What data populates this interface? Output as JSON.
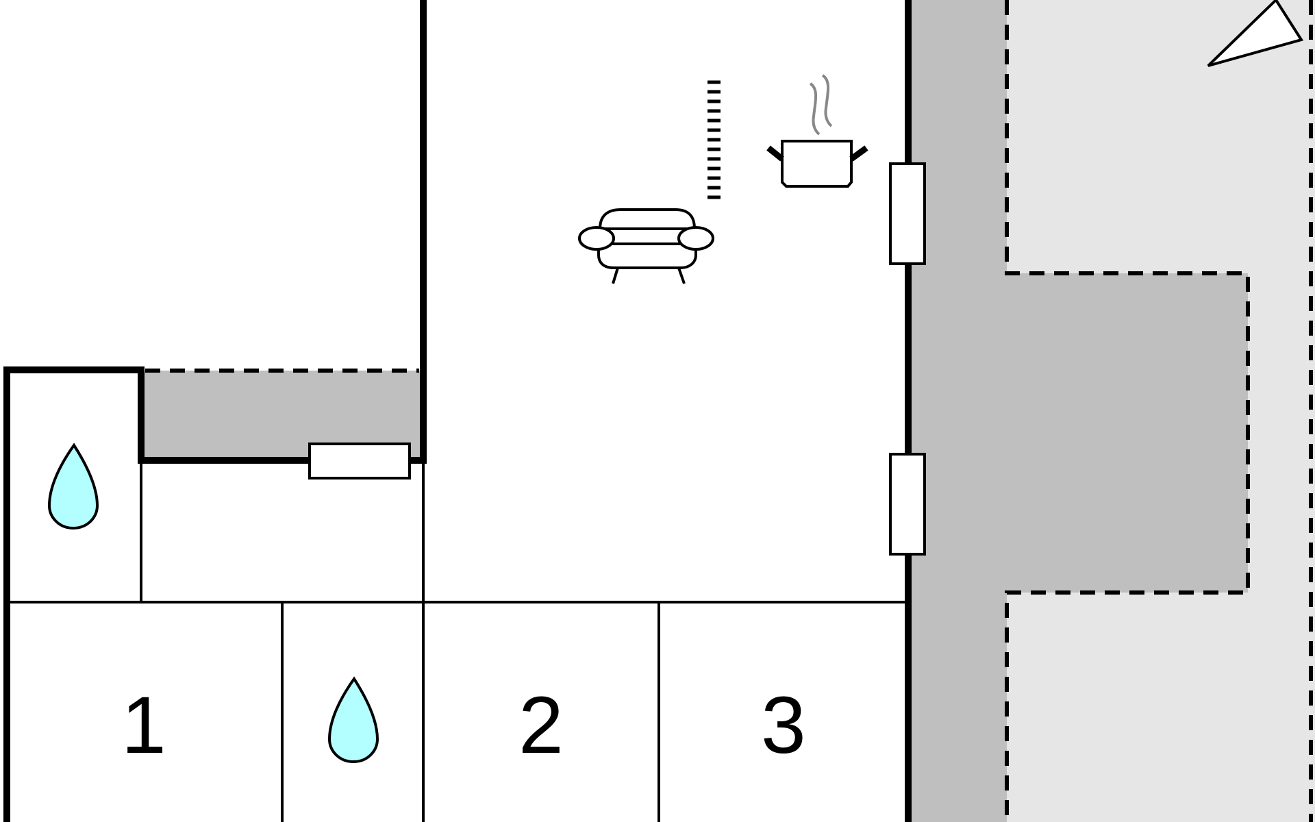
{
  "rooms": {
    "bedroom_1": {
      "number": "1"
    },
    "bedroom_2": {
      "number": "2"
    },
    "bedroom_3": {
      "number": "3"
    }
  },
  "icons": {
    "bathroom_top": "water-drop-icon",
    "bathroom_bottom": "water-drop-icon",
    "living_area": "sofa-icon",
    "kitchen": "cooking-pot-icon",
    "stairs": "stairs-icon",
    "compass": "north-arrow-icon"
  },
  "colors": {
    "wall": "#000000",
    "background": "#ffffff",
    "terrace": "#bfbfbf",
    "outdoor": "#e6e6e6",
    "water": "#b3ffff",
    "steam": "#888888"
  }
}
